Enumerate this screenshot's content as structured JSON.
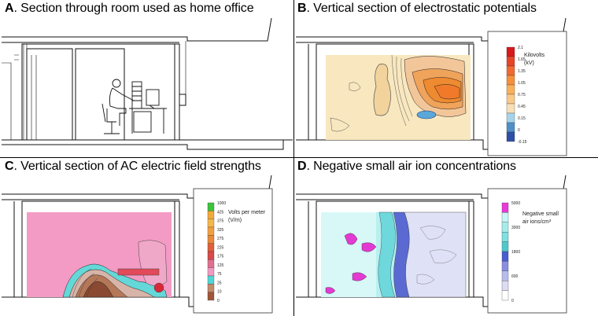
{
  "panels": {
    "a": {
      "letter": "A",
      "title": ". Section through room used as home office"
    },
    "b": {
      "letter": "B",
      "title": ". Vertical section of electrostatic potentials"
    },
    "c": {
      "letter": "C",
      "title": ". Vertical section of AC electric field strengths"
    },
    "d": {
      "letter": "D",
      "title": ". Negative small air ion concentrations"
    }
  },
  "legends": {
    "b": {
      "line1": "Kilovolts",
      "line2": "(kV)",
      "ticks": [
        "2.1",
        "1.65",
        "1.35",
        "1.05",
        "0.75",
        "0.45",
        "0.15",
        "0",
        "-0.15"
      ],
      "colors": [
        "#d7191c",
        "#e8442a",
        "#f06a32",
        "#f5903c",
        "#f8b15a",
        "#f9c98a",
        "#f7dfb6",
        "#a5d4ea",
        "#4e8fc8",
        "#2d4fa5"
      ]
    },
    "c": {
      "line1": "Volts per meter",
      "line2": "(V/m)",
      "ticks": [
        "1000",
        "425",
        "375",
        "325",
        "275",
        "225",
        "175",
        "125",
        "75",
        "25",
        "10",
        "0"
      ],
      "colors": [
        "#3cc43c",
        "#f2a93a",
        "#f5b74a",
        "#f0a040",
        "#e88a3a",
        "#e0603a",
        "#d84a4a",
        "#e07090",
        "#f09ac0",
        "#50d6d6",
        "#c48a6a",
        "#a0553a"
      ]
    },
    "d": {
      "line1": "Negative small",
      "line2": "air ions/cm³",
      "ticks": [
        "5000",
        "3000",
        "1800",
        "600",
        "0"
      ],
      "colors": [
        "#e83ad8",
        "#c8f5f5",
        "#a6ecec",
        "#7fe0e0",
        "#50c8cc",
        "#4a5cd0",
        "#8a8ee0",
        "#b8bcec",
        "#dcdcf4",
        "#ffffff"
      ]
    }
  }
}
